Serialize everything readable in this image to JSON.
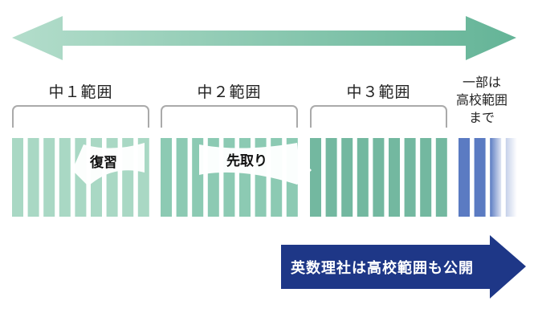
{
  "ranges": [
    {
      "label": "中１範囲",
      "color": "#a9d8c4"
    },
    {
      "label": "中２範囲",
      "color": "#8ccab3"
    },
    {
      "label": "中３範囲",
      "color": "#73b8a0"
    }
  ],
  "high_school_note": {
    "line1": "一部は",
    "line2": "高校範囲",
    "line3": "まで",
    "color": "#5b7bc2"
  },
  "review_label": "復習",
  "advance_label": "先取り",
  "banner": {
    "text": "英数理社は高校範囲も公開",
    "color": "#1e3787"
  },
  "top_arrow": {
    "color_start": "#b3ddcb",
    "color_end": "#64b497"
  }
}
